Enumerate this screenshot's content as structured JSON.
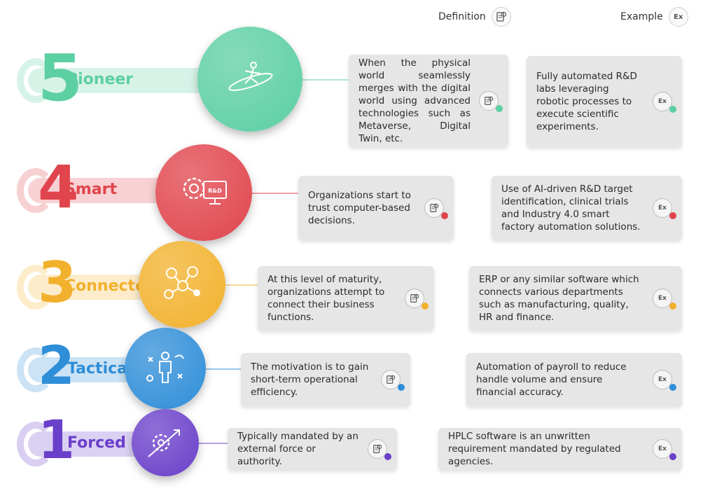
{
  "legend": {
    "definition_label": "Definition",
    "definition_icon": "definition-icon",
    "example_label": "Example",
    "example_icon": "example-icon",
    "example_icon_text": "Ex"
  },
  "levels": [
    {
      "number": "5",
      "name": "Pioneer",
      "color": "#5ccfa3",
      "icon": "surfer-icon",
      "definition": "When the physical world seamlessly merges with the digital world using advanced technologies such as Metaverse, Digital Twin, etc.",
      "example": "Fully automated R&D labs leveraging robotic processes to execute scientific experiments."
    },
    {
      "number": "4",
      "name": "Smart",
      "color": "#e0444c",
      "icon": "rd-monitor-icon",
      "icon_text": "R&D",
      "definition": "Organizations start to trust computer-based decisions.",
      "example": "Use of AI-driven R&D target identification, clinical trials and Industry 4.0 smart factory automation solutions."
    },
    {
      "number": "3",
      "name": "Connected",
      "color": "#f2b12c",
      "icon": "network-icon",
      "definition": "At this level of maturity, organizations attempt to connect their business functions.",
      "example": "ERP or any similar software which connects various departments such as manufacturing, quality, HR and finance."
    },
    {
      "number": "2",
      "name": "Tactical",
      "color": "#2f8ed8",
      "icon": "strategy-person-icon",
      "definition": "The motivation is to gain short-term operational efficiency.",
      "example": "Automation of payroll to reduce handle volume and ensure financial accuracy."
    },
    {
      "number": "1",
      "name": "Forced",
      "color": "#6a3fc9",
      "icon": "gear-growth-icon",
      "definition": "Typically mandated by an external force or authority.",
      "example": "HPLC software is an unwritten requirement mandated by regulated agencies."
    }
  ]
}
